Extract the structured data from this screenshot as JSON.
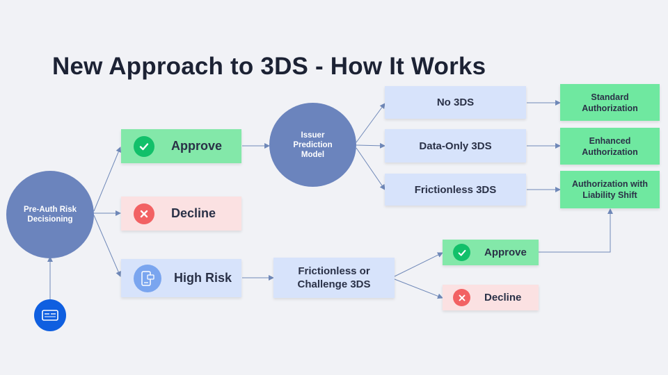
{
  "title": "New Approach to 3DS - How It Works",
  "nodes": {
    "pre_auth": "Pre-Auth Risk Decisioning",
    "approve": "Approve",
    "decline": "Decline",
    "high_risk": "High Risk",
    "issuer_model": "Issuer Prediction Model",
    "no_3ds": "No 3DS",
    "data_only_3ds": "Data-Only 3DS",
    "frictionless_3ds": "Frictionless 3DS",
    "standard_auth": "Standard Authorization",
    "enhanced_auth": "Enhanced Authorization",
    "liability_shift_auth": "Authorization with Liability Shift",
    "frictionless_or_challenge": "Frictionless or Challenge 3DS",
    "approve_2": "Approve",
    "decline_2": "Decline"
  },
  "colors": {
    "background": "#f1f2f6",
    "circle": "#6b84bd",
    "approve": "#83e8a9",
    "decline": "#fbe1e2",
    "neutral": "#d7e3fb",
    "arrow": "#6f88b8"
  },
  "icons": {
    "source": "card-terminal-icon",
    "approve": "checkmark-icon",
    "decline": "x-icon",
    "high_risk": "mobile-device-icon"
  }
}
